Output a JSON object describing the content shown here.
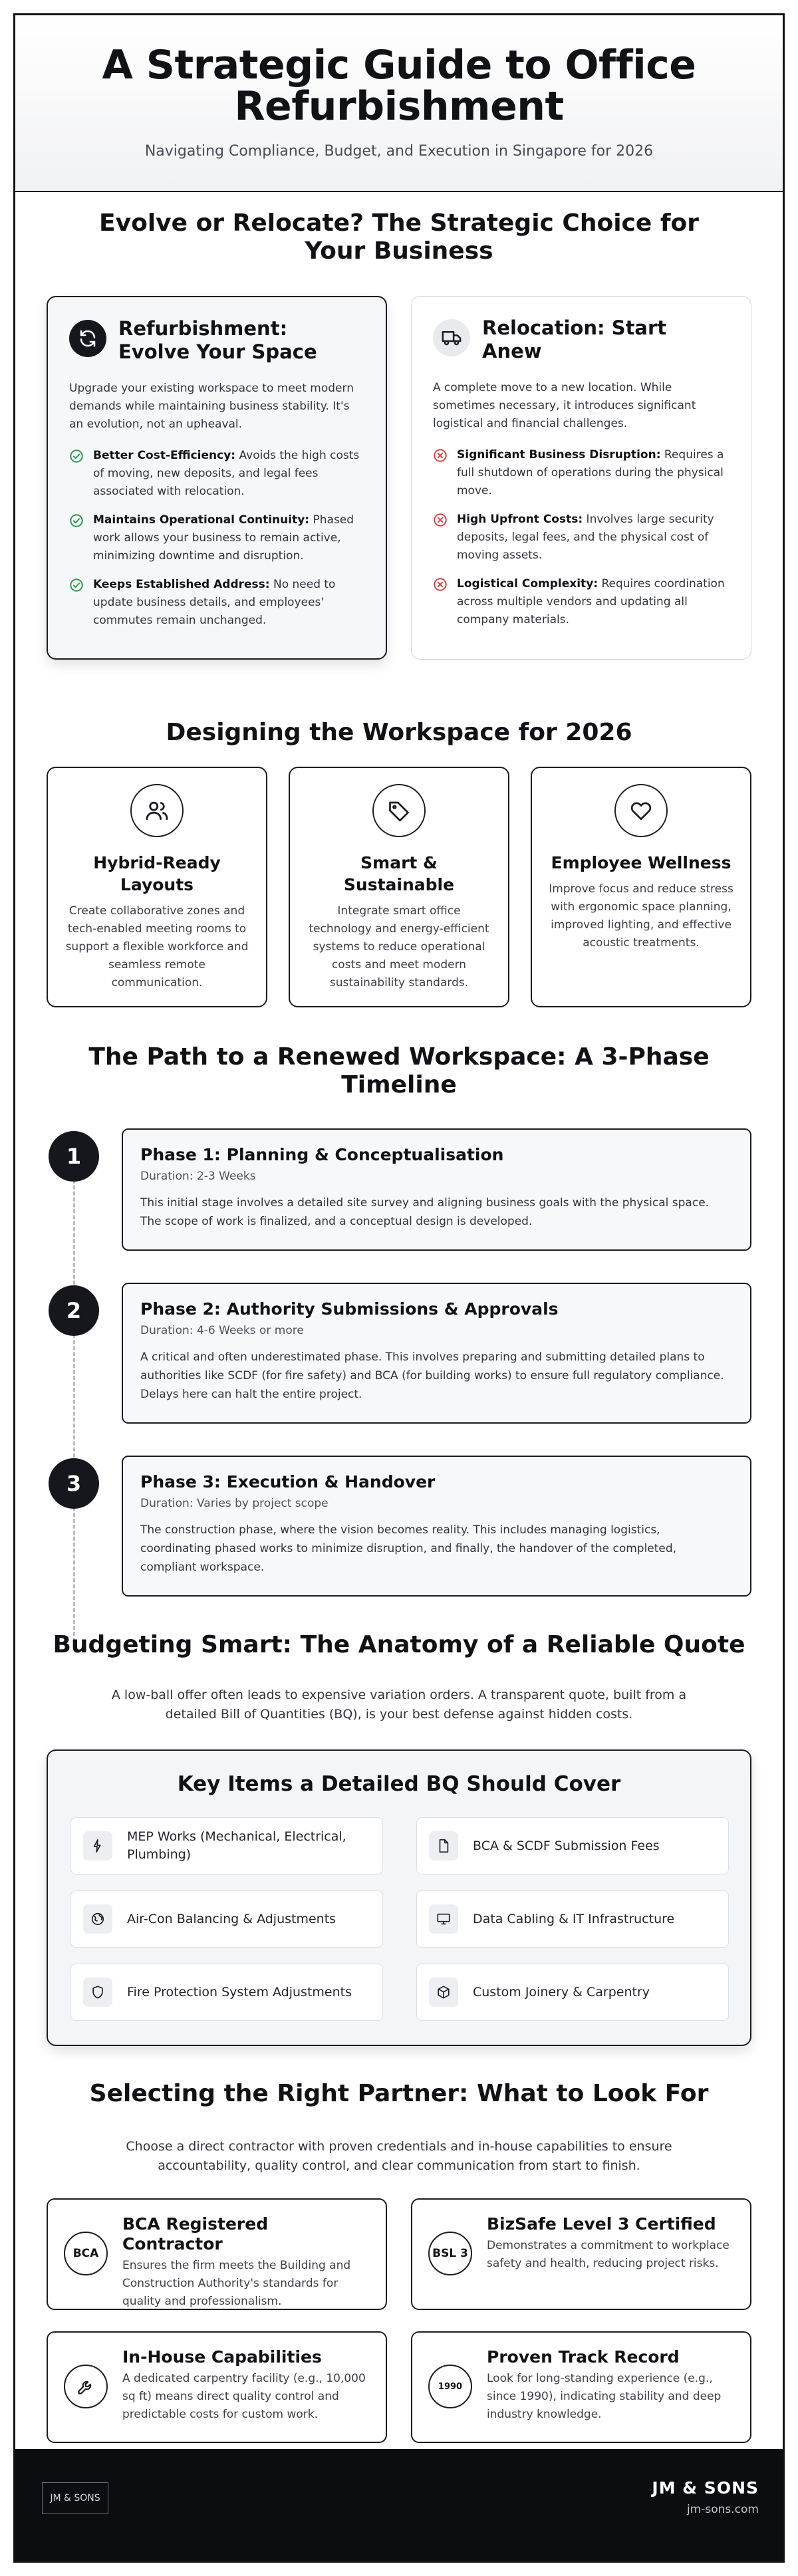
{
  "header": {
    "title": "A Strategic Guide to Office Refurbishment",
    "subtitle": "Navigating Compliance, Budget, and Execution in Singapore for 2026"
  },
  "choice_section": {
    "title": "Evolve or Relocate? The Strategic Choice for Your Business",
    "refurbishment": {
      "icon": "refresh-icon",
      "title": "Refurbishment: Evolve Your Space",
      "description": "Upgrade your existing workspace to meet modern demands while maintaining business stability. It's an evolution, not an upheaval.",
      "points": [
        {
          "label": "Better Cost-Efficiency:",
          "text": " Avoids the high costs of moving, new deposits, and legal fees associated with relocation."
        },
        {
          "label": "Maintains Operational Continuity:",
          "text": " Phased work allows your business to remain active, minimizing downtime and disruption."
        },
        {
          "label": "Keeps Established Address:",
          "text": " No need to update business details, and employees' commutes remain unchanged."
        }
      ]
    },
    "relocation": {
      "icon": "truck-icon",
      "title": "Relocation: Start Anew",
      "description": "A complete move to a new location. While sometimes necessary, it introduces significant logistical and financial challenges.",
      "points": [
        {
          "label": "Significant Business Disruption:",
          "text": " Requires a full shutdown of operations during the physical move."
        },
        {
          "label": "High Upfront Costs:",
          "text": " Involves large security deposits, legal fees, and the physical cost of moving assets."
        },
        {
          "label": "Logistical Complexity:",
          "text": " Requires coordination across multiple vendors and updating all company materials."
        }
      ]
    }
  },
  "design_section": {
    "title": "Designing the Workspace for 2026",
    "features": [
      {
        "icon": "users-icon",
        "title": "Hybrid-Ready Layouts",
        "description": "Create collaborative zones and tech-enabled meeting rooms to support a flexible workforce and seamless remote communication."
      },
      {
        "icon": "tag-icon",
        "title": "Smart & Sustainable",
        "description": "Integrate smart office technology and energy-efficient systems to reduce operational costs and meet modern sustainability standards."
      },
      {
        "icon": "heart-icon",
        "title": "Employee Wellness",
        "description": "Improve focus and reduce stress with ergonomic space planning, improved lighting, and effective acoustic treatments."
      }
    ]
  },
  "timeline_section": {
    "title": "The Path to a Renewed Workspace: A 3-Phase Timeline",
    "phases": [
      {
        "number": "1",
        "title": "Phase 1: Planning & Conceptualisation",
        "duration": "Duration: 2-3 Weeks",
        "description": "This initial stage involves a detailed site survey and aligning business goals with the physical space. The scope of work is finalized, and a conceptual design is developed."
      },
      {
        "number": "2",
        "title": "Phase 2: Authority Submissions & Approvals",
        "duration": "Duration: 4-6 Weeks or more",
        "description": "A critical and often underestimated phase. This involves preparing and submitting detailed plans to authorities like SCDF (for fire safety) and BCA (for building works) to ensure full regulatory compliance. Delays here can halt the entire project."
      },
      {
        "number": "3",
        "title": "Phase 3: Execution & Handover",
        "duration": "Duration: Varies by project scope",
        "description": "The construction phase, where the vision becomes reality. This includes managing logistics, coordinating phased works to minimize disruption, and finally, the handover of the completed, compliant workspace."
      }
    ]
  },
  "budget_section": {
    "title": "Budgeting Smart: The Anatomy of a Reliable Quote",
    "intro": "A low-ball offer often leads to expensive variation orders. A transparent quote, built from a detailed Bill of Quantities (BQ), is your best defense against hidden costs.",
    "bq_title": "Key Items a Detailed BQ Should Cover",
    "items": [
      {
        "icon": "bolt-icon",
        "label": "MEP Works (Mechanical, Electrical, Plumbing)"
      },
      {
        "icon": "document-icon",
        "label": "BCA & SCDF Submission Fees"
      },
      {
        "icon": "globe-icon",
        "label": "Air-Con Balancing & Adjustments"
      },
      {
        "icon": "monitor-icon",
        "label": "Data Cabling & IT Infrastructure"
      },
      {
        "icon": "shield-icon",
        "label": "Fire Protection System Adjustments"
      },
      {
        "icon": "cube-icon",
        "label": "Custom Joinery & Carpentry"
      }
    ]
  },
  "partner_section": {
    "title": "Selecting the Right Partner: What to Look For",
    "intro": "Choose a direct contractor with proven credentials and in-house capabilities to ensure accountability, quality control, and clear communication from start to finish.",
    "partners": [
      {
        "badge": "BCA",
        "title": "BCA Registered Contractor",
        "description": "Ensures the firm meets the Building and Construction Authority's standards for quality and professionalism."
      },
      {
        "badge": "BSL 3",
        "title": "BizSafe Level 3 Certified",
        "description": "Demonstrates a commitment to workplace safety and health, reducing project risks."
      },
      {
        "badge": "",
        "badge_icon": "wrench-icon",
        "title": "In-House Capabilities",
        "description": "A dedicated carpentry facility (e.g., 10,000 sq ft) means direct quality control and predictable costs for custom work."
      },
      {
        "badge": "1990",
        "title": "Proven Track Record",
        "description": "Look for long-standing experience (e.g., since 1990), indicating stability and deep industry knowledge."
      }
    ]
  },
  "footer": {
    "logo_text": "JM & SONS",
    "brand_name": "JM & SONS",
    "website": "jm-sons.com"
  },
  "colors": {
    "ink": "#111216",
    "footer_bg": "#0c0d10",
    "positive": "#2e9a4f",
    "negative": "#d64545"
  }
}
